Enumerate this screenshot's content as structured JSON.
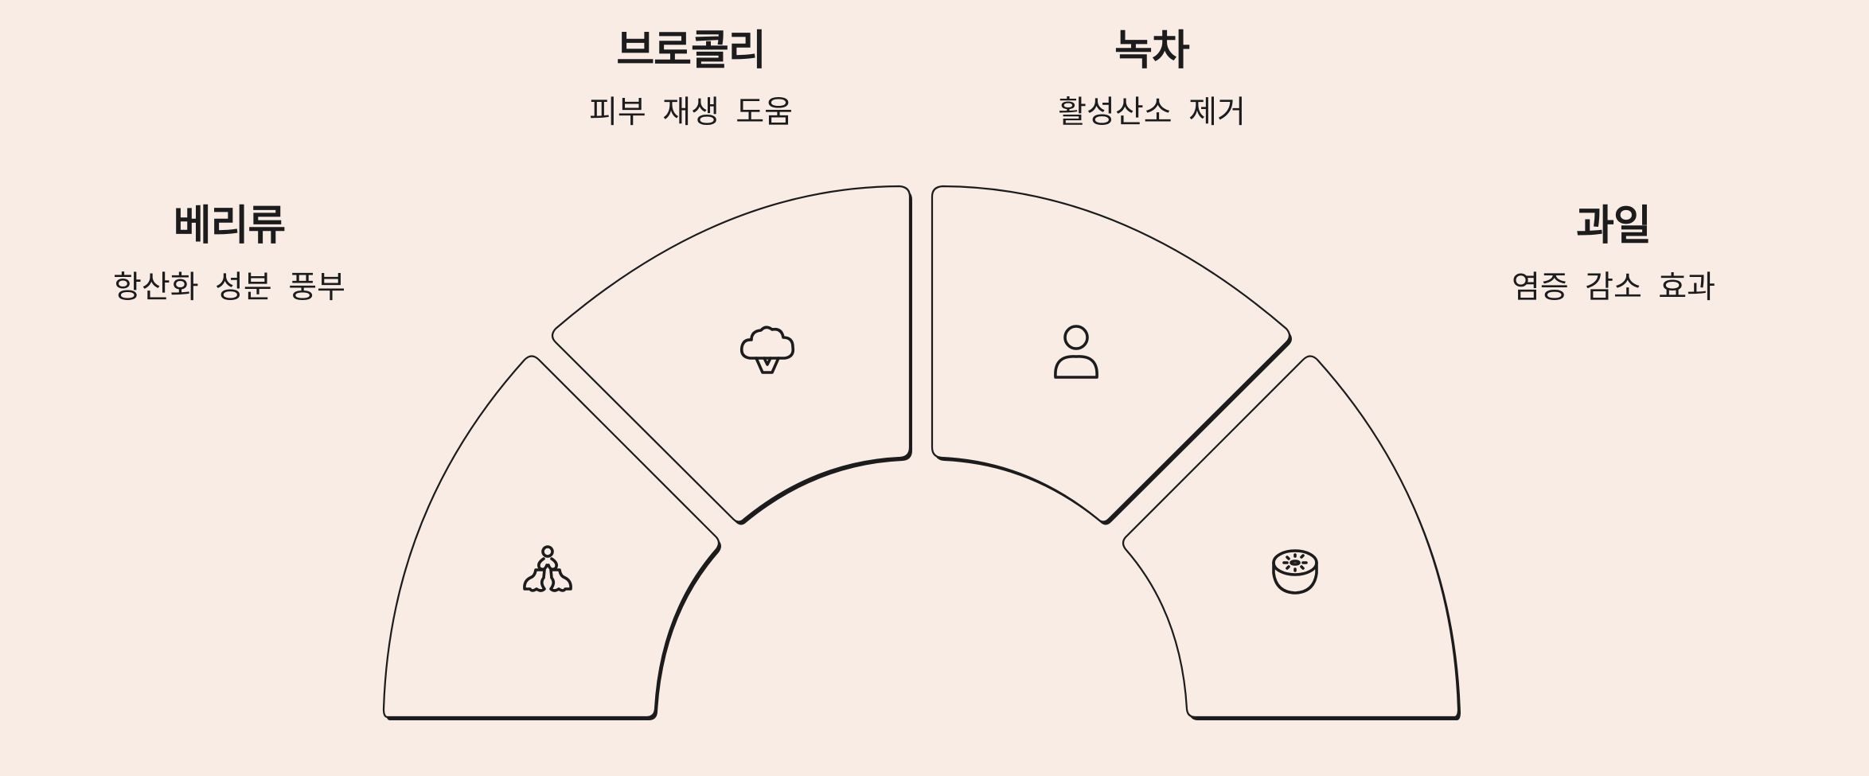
{
  "segments": [
    {
      "id": "berries",
      "title": "베리류",
      "description": "항산화 성분 풍부",
      "icon": "holly-berry-icon"
    },
    {
      "id": "broccoli",
      "title": "브로콜리",
      "description": "피부 재생 도움",
      "icon": "broccoli-icon"
    },
    {
      "id": "green_tea",
      "title": "녹차",
      "description": "활성산소 제거",
      "icon": "person-icon"
    },
    {
      "id": "fruit",
      "title": "과일",
      "description": "염증 감소 효과",
      "icon": "kiwi-icon"
    }
  ],
  "colors": {
    "background": "#f8ece5",
    "ink": "#1c1c1c",
    "segment_fill": "#f8ece5"
  }
}
